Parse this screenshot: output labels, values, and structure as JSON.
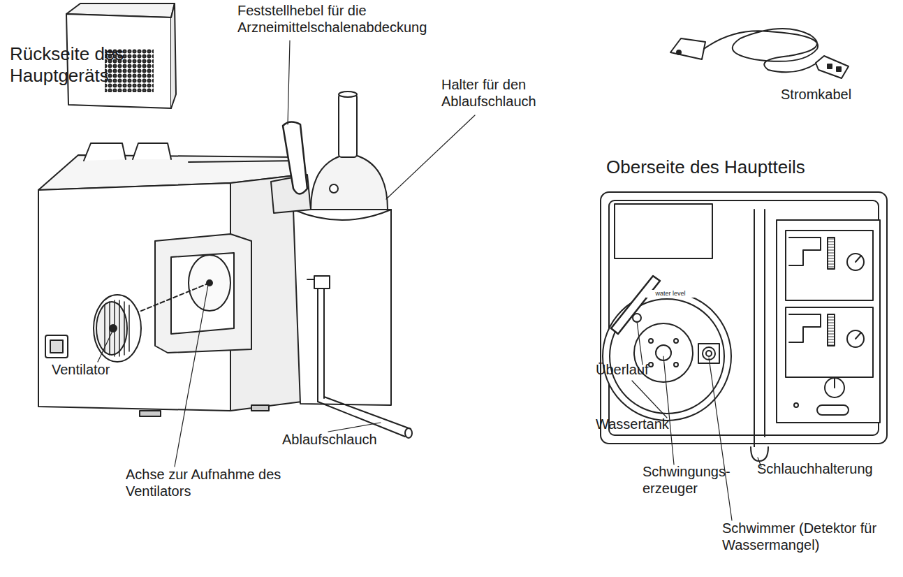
{
  "diagram": {
    "labels": [
      "Rückseite des Hauptgeräts",
      "Feststellhebel für die Arzneimittelschalenabdeckung",
      "Stromkabel",
      "Oberseite des Hauptteils",
      "Halter für den Ablaufschlauch",
      "Ventilator",
      "Ablaufschlauch",
      "Achse zur Aufnahme des Ventilators",
      "Überlauf",
      "Wassertank",
      "Schwingungs- erzeuger",
      "Schlauchhalterung",
      "Schwimmer (Detektor für Wassermangel)",
      "water level"
    ]
  }
}
